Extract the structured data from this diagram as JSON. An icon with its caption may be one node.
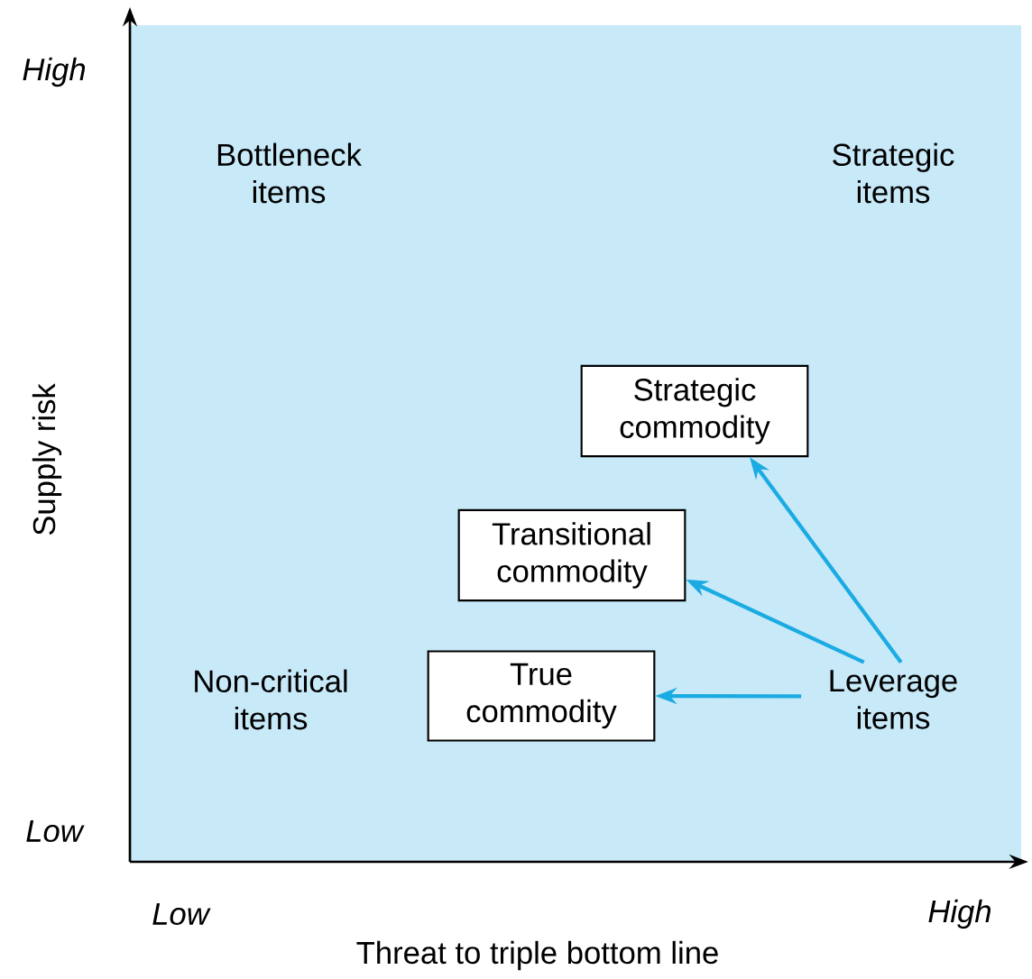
{
  "diagram": {
    "nodes": [
      {
        "text": [
          "Strategic commodity"
        ]
      },
      {
        "text": [
          "Transitional commodity"
        ]
      },
      {
        "text": [
          "True commodity"
        ]
      },
      {
        "text": [
          "Leverage items"
        ]
      }
    ],
    "edges": [
      {
        "from": 3,
        "to": 0,
        "arrow": "to"
      },
      {
        "from": 3,
        "to": 1,
        "arrow": "to"
      },
      {
        "from": 3,
        "to": 2,
        "arrow": "to"
      }
    ],
    "labels": [
      "High",
      "Bottleneck items",
      "Strategic items",
      "Supply risk",
      "Non-critical items",
      "Low",
      "Low",
      "High",
      "Threat to triple bottom line"
    ]
  }
}
